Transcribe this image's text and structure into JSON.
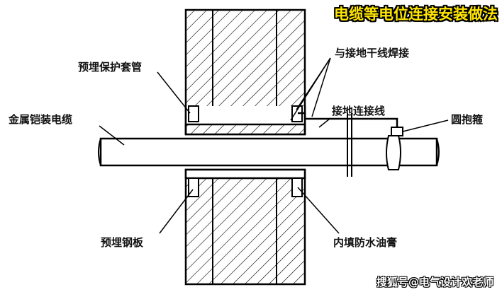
{
  "title": "电缆等电位连接安装做法",
  "watermark": "搜狐号@电气设计欢老师",
  "labels": {
    "sleeve": "预埋保护套管",
    "cable": "金属铠装电缆",
    "weld": "与接地干线焊接",
    "ground_wire": "接地连接线",
    "clamp": "圆抱箍",
    "plate": "预埋钢板",
    "filler": "内填防水油膏"
  },
  "colors": {
    "title": "#ffe600",
    "line": "#000000"
  }
}
